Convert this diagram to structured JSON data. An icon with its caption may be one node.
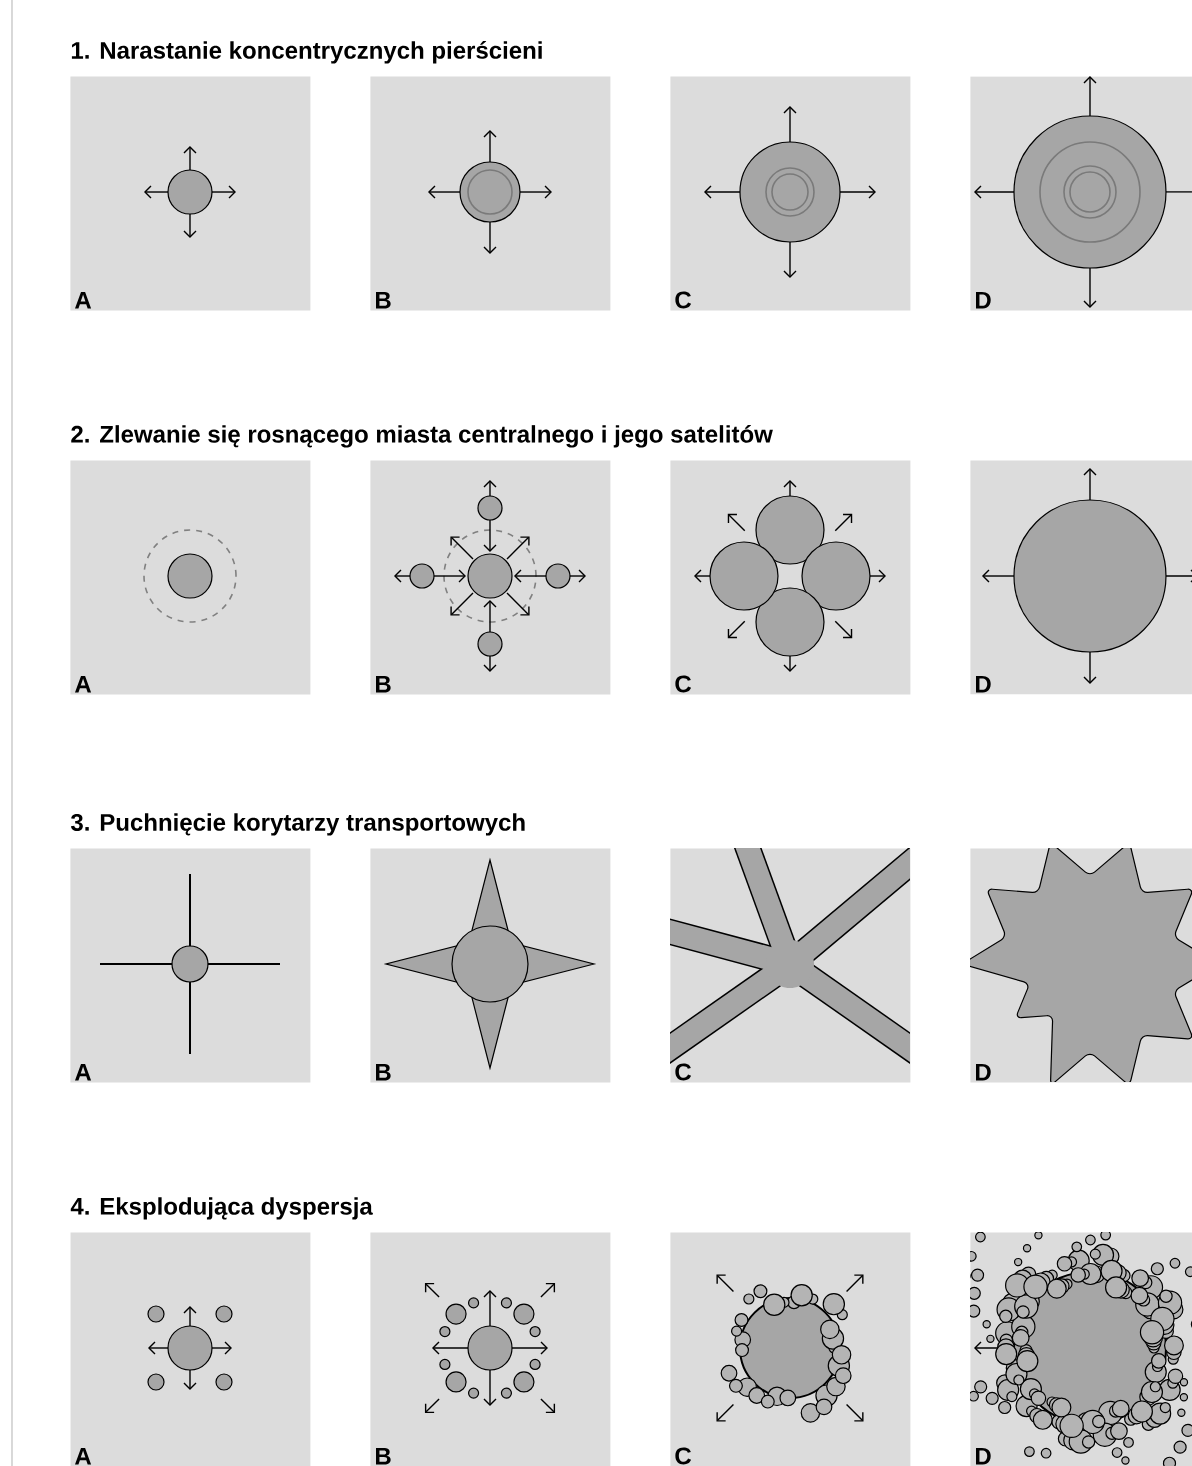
{
  "diagram": {
    "nodes": [
      {
        "text": [
          "A"
        ]
      },
      {
        "text": [
          "B"
        ]
      },
      {
        "text": [
          "C"
        ]
      },
      {
        "text": [
          "D"
        ]
      },
      {
        "text": [
          "A"
        ]
      },
      {
        "text": [
          "B"
        ]
      },
      {
        "text": [
          "C"
        ]
      },
      {
        "text": [
          "D"
        ]
      },
      {
        "text": [
          "A"
        ]
      },
      {
        "text": [
          "B"
        ]
      },
      {
        "text": [
          "C"
        ]
      },
      {
        "text": [
          "D"
        ]
      },
      {
        "text": [
          "A"
        ]
      },
      {
        "text": [
          "B"
        ]
      },
      {
        "text": [
          "C"
        ]
      },
      {
        "text": [
          "D"
        ]
      }
    ],
    "labels": [
      "1. Narastanie koncentrycznych pierścieni",
      "2. Zlewanie się rosnącego miasta centralnego i jego satelitów",
      "3. Puchnięcie korytarzy transportowych",
      "4. Eksplodująca dyspersja"
    ]
  }
}
